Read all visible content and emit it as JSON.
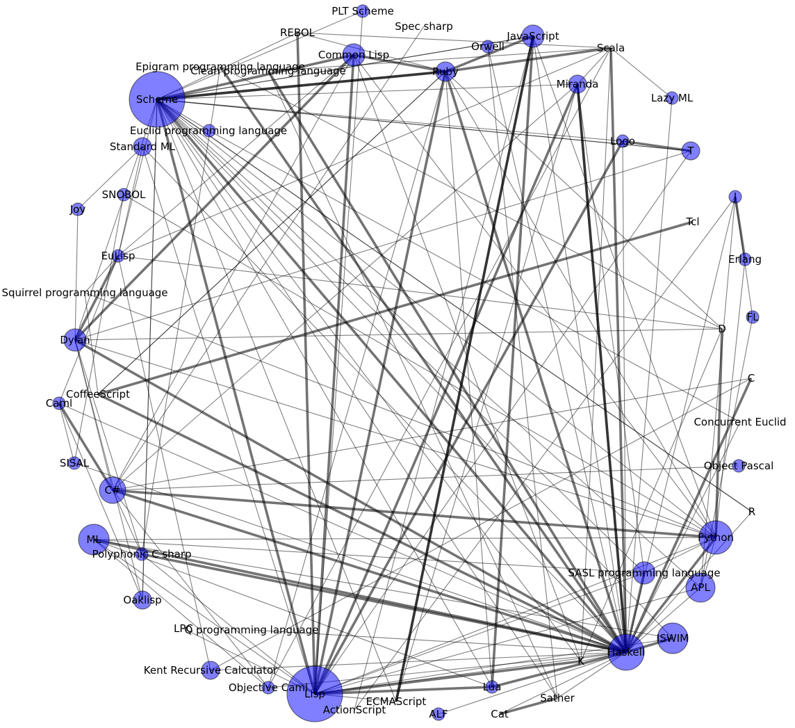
{
  "diagram": {
    "type": "network-graph",
    "node_color": "#0000ff",
    "edge_color": "#000000",
    "nodes": [
      {
        "id": "scheme",
        "label": "Scheme"
      },
      {
        "id": "plt",
        "label": "PLT Scheme"
      },
      {
        "id": "rebol",
        "label": "REBOL"
      },
      {
        "id": "specsharp",
        "label": "Spec sharp"
      },
      {
        "id": "commonlisp",
        "label": "Common Lisp"
      },
      {
        "id": "orwell",
        "label": "Orwell"
      },
      {
        "id": "javascript",
        "label": "JavaScript"
      },
      {
        "id": "scala",
        "label": "Scala"
      },
      {
        "id": "epigram",
        "label": "Epigram programming language"
      },
      {
        "id": "clean",
        "label": "Clean programming language"
      },
      {
        "id": "ruby",
        "label": "Ruby"
      },
      {
        "id": "miranda",
        "label": "Miranda"
      },
      {
        "id": "lazyml",
        "label": "Lazy ML"
      },
      {
        "id": "euclid",
        "label": "Euclid programming language"
      },
      {
        "id": "logo",
        "label": "Logo"
      },
      {
        "id": "standardml",
        "label": "Standard ML"
      },
      {
        "id": "t",
        "label": "T"
      },
      {
        "id": "snobol",
        "label": "SNOBOL"
      },
      {
        "id": "joy",
        "label": "Joy"
      },
      {
        "id": "j",
        "label": "J"
      },
      {
        "id": "tcl",
        "label": "Tcl"
      },
      {
        "id": "eulisp",
        "label": "EuLisp"
      },
      {
        "id": "erlang",
        "label": "Erlang"
      },
      {
        "id": "squirrel",
        "label": "Squirrel programming language"
      },
      {
        "id": "fl",
        "label": "FL"
      },
      {
        "id": "d",
        "label": "D"
      },
      {
        "id": "dylan",
        "label": "Dylan"
      },
      {
        "id": "c",
        "label": "C"
      },
      {
        "id": "coffeescript",
        "label": "CoffeeScript"
      },
      {
        "id": "caml",
        "label": "Caml"
      },
      {
        "id": "concurrenteuclid",
        "label": "Concurrent Euclid"
      },
      {
        "id": "objectpascal",
        "label": "Object Pascal"
      },
      {
        "id": "sisal",
        "label": "SISAL"
      },
      {
        "id": "csharp",
        "label": "C#"
      },
      {
        "id": "r",
        "label": "R"
      },
      {
        "id": "python",
        "label": "Python"
      },
      {
        "id": "ml",
        "label": "ML"
      },
      {
        "id": "polyphonic",
        "label": "Polyphonic C sharp"
      },
      {
        "id": "sasl",
        "label": "SASL programming language"
      },
      {
        "id": "apl",
        "label": "APL"
      },
      {
        "id": "oaklisp",
        "label": "Oaklisp"
      },
      {
        "id": "iswim",
        "label": "ISWIM"
      },
      {
        "id": "lpc",
        "label": "LPC"
      },
      {
        "id": "q",
        "label": "Q programming language"
      },
      {
        "id": "haskell",
        "label": "Haskell"
      },
      {
        "id": "k",
        "label": "K"
      },
      {
        "id": "kent",
        "label": "Kent Recursive Calculator"
      },
      {
        "id": "objectivecaml",
        "label": "Objective Caml"
      },
      {
        "id": "lisp",
        "label": "Lisp"
      },
      {
        "id": "lua",
        "label": "Lua"
      },
      {
        "id": "ecmascript",
        "label": "ECMAScript"
      },
      {
        "id": "sather",
        "label": "Sather"
      },
      {
        "id": "actionscript",
        "label": "ActionScript"
      },
      {
        "id": "alf",
        "label": "ALF"
      },
      {
        "id": "cat",
        "label": "Cat"
      }
    ],
    "edges": [
      [
        "scheme",
        "commonlisp"
      ],
      [
        "scheme",
        "ruby"
      ],
      [
        "scheme",
        "javascript"
      ],
      [
        "scheme",
        "lisp"
      ],
      [
        "scheme",
        "haskell"
      ],
      [
        "scheme",
        "dylan"
      ],
      [
        "scheme",
        "eulisp"
      ],
      [
        "scheme",
        "t"
      ],
      [
        "scheme",
        "python"
      ],
      [
        "scheme",
        "k"
      ],
      [
        "scheme",
        "lua"
      ],
      [
        "scheme",
        "rebol"
      ],
      [
        "scheme",
        "oaklisp"
      ],
      [
        "scheme",
        "miranda"
      ],
      [
        "scheme",
        "sasl"
      ],
      [
        "scheme",
        "apl"
      ],
      [
        "scheme",
        "iswim"
      ],
      [
        "scheme",
        "logo"
      ],
      [
        "scheme",
        "sather"
      ],
      [
        "scheme",
        "ecmascript"
      ],
      [
        "scheme",
        "r"
      ],
      [
        "plt",
        "lisp"
      ],
      [
        "plt",
        "scheme"
      ],
      [
        "rebol",
        "lisp"
      ],
      [
        "rebol",
        "scala"
      ],
      [
        "rebol",
        "ruby"
      ],
      [
        "specsharp",
        "csharp"
      ],
      [
        "commonlisp",
        "dylan"
      ],
      [
        "commonlisp",
        "ruby"
      ],
      [
        "commonlisp",
        "eulisp"
      ],
      [
        "commonlisp",
        "python"
      ],
      [
        "commonlisp",
        "lisp"
      ],
      [
        "commonlisp",
        "k"
      ],
      [
        "commonlisp",
        "csharp"
      ],
      [
        "orwell",
        "haskell"
      ],
      [
        "orwell",
        "sather"
      ],
      [
        "javascript",
        "scheme"
      ],
      [
        "javascript",
        "ruby"
      ],
      [
        "javascript",
        "lua"
      ],
      [
        "javascript",
        "python"
      ],
      [
        "javascript",
        "ecmascript"
      ],
      [
        "scala",
        "ruby"
      ],
      [
        "scala",
        "haskell"
      ],
      [
        "scala",
        "lazyml"
      ],
      [
        "scala",
        "miranda"
      ],
      [
        "scala",
        "eulisp"
      ],
      [
        "scala",
        "clean"
      ],
      [
        "scala",
        "objectivecaml"
      ],
      [
        "epigram",
        "haskell"
      ],
      [
        "epigram",
        "d"
      ],
      [
        "epigram",
        "polyphonic"
      ],
      [
        "clean",
        "haskell"
      ],
      [
        "clean",
        "sather"
      ],
      [
        "ruby",
        "lisp"
      ],
      [
        "ruby",
        "haskell"
      ],
      [
        "ruby",
        "objectivecaml"
      ],
      [
        "ruby",
        "d"
      ],
      [
        "ruby",
        "scheme"
      ],
      [
        "ruby",
        "coffeescript"
      ],
      [
        "ruby",
        "python"
      ],
      [
        "miranda",
        "haskell"
      ],
      [
        "miranda",
        "lisp"
      ],
      [
        "miranda",
        "csharp"
      ],
      [
        "miranda",
        "ecmascript"
      ],
      [
        "lazyml",
        "haskell"
      ],
      [
        "euclid",
        "scheme"
      ],
      [
        "euclid",
        "concurrenteuclid"
      ],
      [
        "logo",
        "t"
      ],
      [
        "logo",
        "lisp"
      ],
      [
        "logo",
        "haskell"
      ],
      [
        "standardml",
        "haskell"
      ],
      [
        "standardml",
        "eulisp"
      ],
      [
        "standardml",
        "lisp"
      ],
      [
        "t",
        "scheme"
      ],
      [
        "t",
        "dylan"
      ],
      [
        "t",
        "lisp"
      ],
      [
        "snobol",
        "python"
      ],
      [
        "snobol",
        "sisal"
      ],
      [
        "joy",
        "standardml"
      ],
      [
        "joy",
        "dylan"
      ],
      [
        "j",
        "erlang"
      ],
      [
        "j",
        "fl"
      ],
      [
        "j",
        "apl"
      ],
      [
        "j",
        "haskell"
      ],
      [
        "j",
        "actionscript"
      ],
      [
        "tcl",
        "coffeescript"
      ],
      [
        "eulisp",
        "d"
      ],
      [
        "eulisp",
        "dylan"
      ],
      [
        "eulisp",
        "caml"
      ],
      [
        "eulisp",
        "kent"
      ],
      [
        "erlang",
        "python"
      ],
      [
        "squirrel",
        "python"
      ],
      [
        "squirrel",
        "coffeescript"
      ],
      [
        "squirrel",
        "eulisp"
      ],
      [
        "fl",
        "apl"
      ],
      [
        "d",
        "python"
      ],
      [
        "d",
        "k"
      ],
      [
        "d",
        "dylan"
      ],
      [
        "dylan",
        "haskell"
      ],
      [
        "dylan",
        "python"
      ],
      [
        "dylan",
        "csharp"
      ],
      [
        "dylan",
        "polyphonic"
      ],
      [
        "dylan",
        "oaklisp"
      ],
      [
        "c",
        "haskell"
      ],
      [
        "c",
        "csharp"
      ],
      [
        "c",
        "kent"
      ],
      [
        "coffeescript",
        "haskell"
      ],
      [
        "coffeescript",
        "ruby"
      ],
      [
        "caml",
        "haskell"
      ],
      [
        "caml",
        "sisal"
      ],
      [
        "caml",
        "csharp"
      ],
      [
        "caml",
        "oaklisp"
      ],
      [
        "concurrenteuclid",
        "haskell"
      ],
      [
        "objectpascal",
        "csharp"
      ],
      [
        "sisal",
        "haskell"
      ],
      [
        "csharp",
        "haskell"
      ],
      [
        "csharp",
        "python"
      ],
      [
        "csharp",
        "polyphonic"
      ],
      [
        "csharp",
        "objectivecaml"
      ],
      [
        "r",
        "scheme"
      ],
      [
        "r",
        "haskell"
      ],
      [
        "python",
        "haskell"
      ],
      [
        "python",
        "apl"
      ],
      [
        "python",
        "sasl"
      ],
      [
        "ml",
        "haskell"
      ],
      [
        "ml",
        "python"
      ],
      [
        "ml",
        "lua"
      ],
      [
        "ml",
        "objectivecaml"
      ],
      [
        "ml",
        "lisp"
      ],
      [
        "ml",
        "sasl"
      ],
      [
        "polyphonic",
        "haskell"
      ],
      [
        "polyphonic",
        "lisp"
      ],
      [
        "sasl",
        "haskell"
      ],
      [
        "sasl",
        "lisp"
      ],
      [
        "sasl",
        "miranda"
      ],
      [
        "apl",
        "haskell"
      ],
      [
        "apl",
        "lisp"
      ],
      [
        "oaklisp",
        "scheme"
      ],
      [
        "iswim",
        "haskell"
      ],
      [
        "iswim",
        "lisp"
      ],
      [
        "iswim",
        "ml"
      ],
      [
        "lpc",
        "lisp"
      ],
      [
        "q",
        "haskell"
      ],
      [
        "haskell",
        "k"
      ],
      [
        "haskell",
        "lisp"
      ],
      [
        "haskell",
        "javascript"
      ],
      [
        "haskell",
        "miranda"
      ],
      [
        "k",
        "lisp"
      ],
      [
        "k",
        "scala"
      ],
      [
        "kent",
        "haskell"
      ],
      [
        "objectivecaml",
        "haskell"
      ],
      [
        "lisp",
        "lua"
      ],
      [
        "lisp",
        "ecmascript"
      ],
      [
        "lisp",
        "python"
      ],
      [
        "lua",
        "haskell"
      ],
      [
        "ecmascript",
        "javascript"
      ],
      [
        "sather",
        "haskell"
      ],
      [
        "actionscript",
        "javascript"
      ],
      [
        "alf",
        "haskell"
      ],
      [
        "cat",
        "haskell"
      ],
      [
        "cat",
        "sather"
      ],
      [
        "lua",
        "ruby"
      ]
    ]
  }
}
